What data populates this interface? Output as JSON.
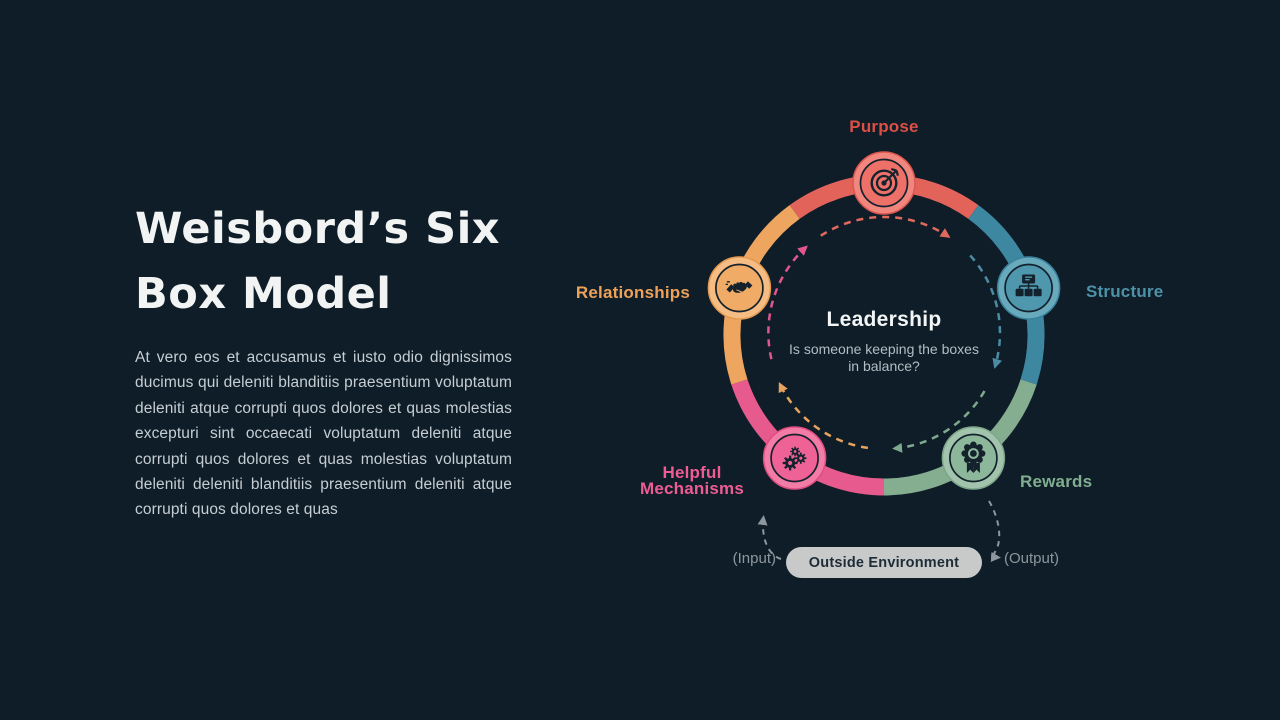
{
  "slide": {
    "title": "Weisbord’s Six Box Model",
    "body": "At vero eos et accusamus et iusto odio dignissimos ducimus qui deleniti blanditiis praesentium voluptatum deleniti atque corrupti quos dolores et quas molestias excepturi sint occaecati voluptatum deleniti atque corrupti quos dolores et quas molestias voluptatum deleniti deleniti blanditiis praesentium deleniti atque corrupti quos dolores et quas"
  },
  "diagram": {
    "center": {
      "title": "Leadership",
      "subtitle": "Is someone keeping the boxes in balance?"
    },
    "nodes": [
      {
        "label": "Purpose",
        "icon": "target-icon",
        "ring": "#e2635a",
        "fill_outer": "#f0867d",
        "fill_inner": "#ed7168",
        "label_color": "#dc4f45"
      },
      {
        "label": "Structure",
        "icon": "org-chart-icon",
        "ring": "#3e87a1",
        "fill_outer": "#68a9bc",
        "fill_inner": "#4f97ad",
        "label_color": "#4e92a8"
      },
      {
        "label": "Rewards",
        "icon": "medal-icon",
        "ring": "#85ae91",
        "fill_outer": "#a3c4ac",
        "fill_inner": "#8db79a",
        "label_color": "#81ae8f"
      },
      {
        "label": "Helpful Mechanisms",
        "icon": "gears-icon",
        "ring": "#e75a8e",
        "fill_outer": "#f37ca6",
        "fill_inner": "#ee6295",
        "label_color": "#ee5c93"
      },
      {
        "label": "Relationships",
        "icon": "handshake-icon",
        "ring": "#eda55f",
        "fill_outer": "#f5bc83",
        "fill_inner": "#f0ab66",
        "label_color": "#eea159"
      }
    ],
    "environment": {
      "label": "Outside Environment",
      "input_label": "(Input)",
      "output_label": "(Output)"
    }
  },
  "colors": {
    "background": "#0e1d28",
    "title_text": "#f2f4f4",
    "body_text": "#c6ced3",
    "icon_dark": "#14222d",
    "pill_bg": "#c8caca",
    "pill_text": "#1e2c37",
    "gray_arrows": "#8e979d"
  }
}
